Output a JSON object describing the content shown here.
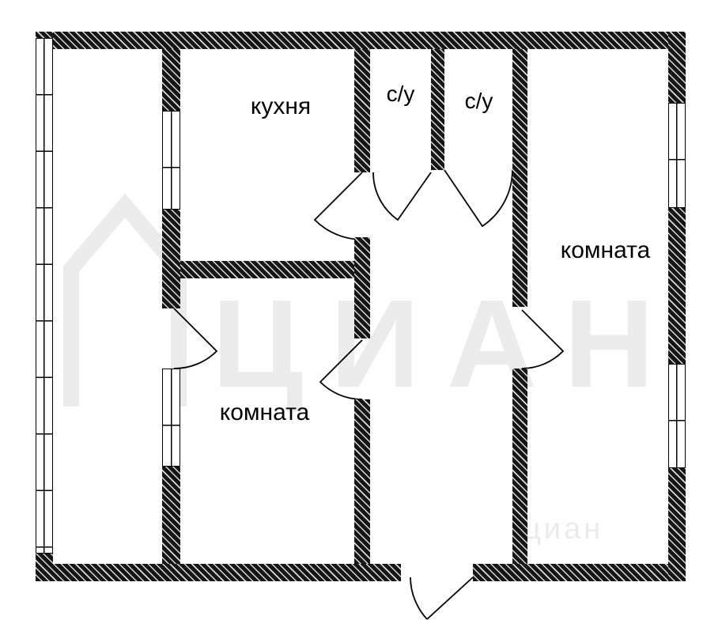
{
  "rooms": [
    {
      "id": "kitchen",
      "label": "кухня"
    },
    {
      "id": "wc-1",
      "label": "с/у"
    },
    {
      "id": "wc-2",
      "label": "с/у"
    },
    {
      "id": "room-right",
      "label": "комната"
    },
    {
      "id": "room-left",
      "label": "комната"
    }
  ],
  "watermark": {
    "text": "ЦИАН",
    "small_text": "циан"
  },
  "colors": {
    "wall": "#161616",
    "line": "#000000",
    "background": "#ffffff",
    "watermark": "#ebebeb"
  }
}
